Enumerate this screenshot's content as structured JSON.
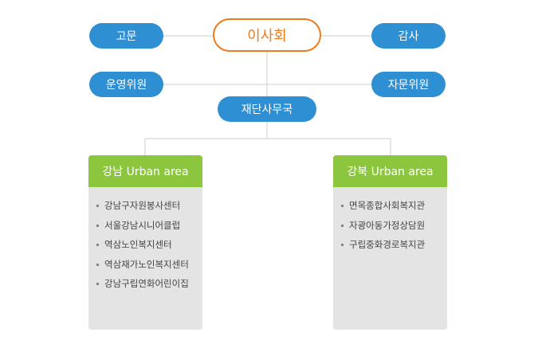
{
  "chart": {
    "board": "이사회",
    "advisor": "고문",
    "auditor": "감사",
    "operating_committee": "운영위원",
    "advisory_committee": "자문위원",
    "secretariat": "재단사무국"
  },
  "panels": [
    {
      "title": "강남 Urban area",
      "items": [
        "강남구자원봉사센터",
        "서울강남시니어클럽",
        "역삼노인복지센터",
        "역삼재가노인복지센터",
        "강남구립연화어린이집"
      ]
    },
    {
      "title": "강북 Urban area",
      "items": [
        "면목종합사회복지관",
        "자광아동가정상담원",
        "구립중화경로복지관"
      ]
    }
  ],
  "colors": {
    "node_blue": "#2f8fd3",
    "board_orange": "#ee7a1a",
    "panel_green": "#8cc63e",
    "panel_gray": "#e4e4e4",
    "line_gray": "#cccccc"
  }
}
